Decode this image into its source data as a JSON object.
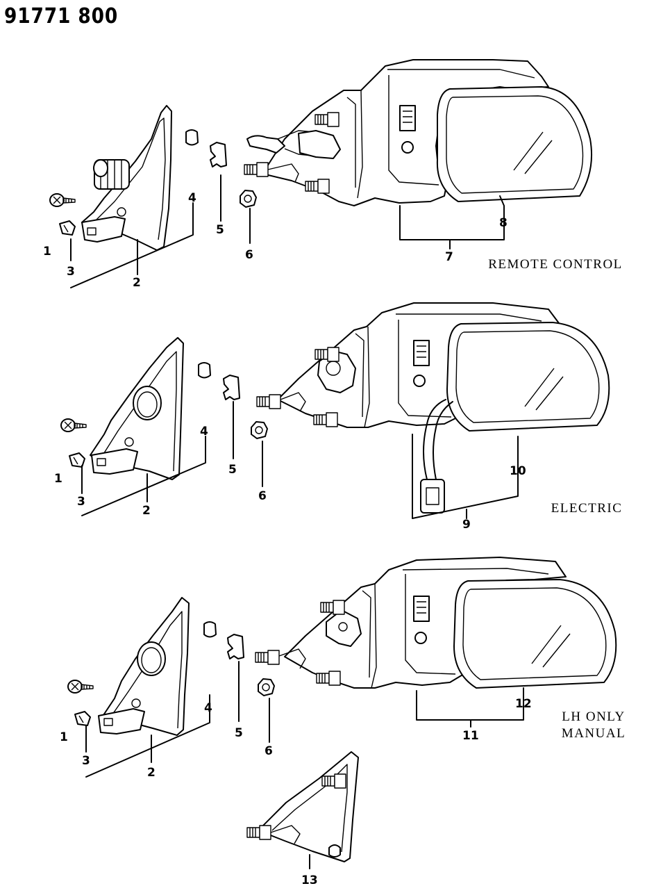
{
  "document_id": "91771 800",
  "sections": [
    {
      "caption": "REMOTE CONTROL",
      "callouts": [
        "1",
        "2",
        "3",
        "4",
        "5",
        "6",
        "7",
        "8"
      ]
    },
    {
      "caption": "ELECTRIC",
      "callouts": [
        "1",
        "2",
        "3",
        "4",
        "5",
        "6",
        "9",
        "10"
      ]
    },
    {
      "caption": "LH ONLY\nMANUAL",
      "callouts": [
        "1",
        "2",
        "3",
        "4",
        "5",
        "6",
        "11",
        "12"
      ]
    }
  ],
  "extra_part_callout": "13"
}
